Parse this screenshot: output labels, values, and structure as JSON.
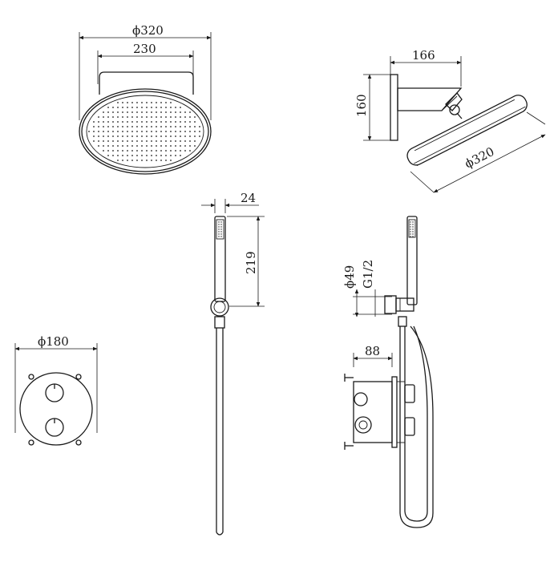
{
  "title": "",
  "dimensions": {
    "head_diameter": "ϕ320",
    "head_plate_width": "230",
    "arm_length": "166",
    "arm_height": "160",
    "head_diameter_side": "ϕ320",
    "handshower_depth": "24",
    "handshower_height": "219",
    "valve_diameter": "ϕ180",
    "outlet_diameter": "ϕ49",
    "outlet_thread": "G1/2",
    "valve_depth": "88"
  }
}
